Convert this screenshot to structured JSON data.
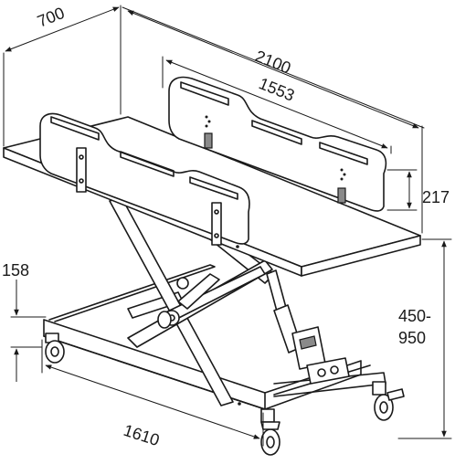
{
  "dimensions": {
    "width": "700",
    "length": "2100",
    "rail_length": "1553",
    "rail_height": "217",
    "lift_range_top": "450-",
    "lift_range_bottom": "950",
    "base_length": "1610",
    "ground_clearance": "158"
  },
  "colors": {
    "line": "#1a1a1a",
    "background": "#ffffff",
    "detail_fill": "#8a8a8a"
  }
}
